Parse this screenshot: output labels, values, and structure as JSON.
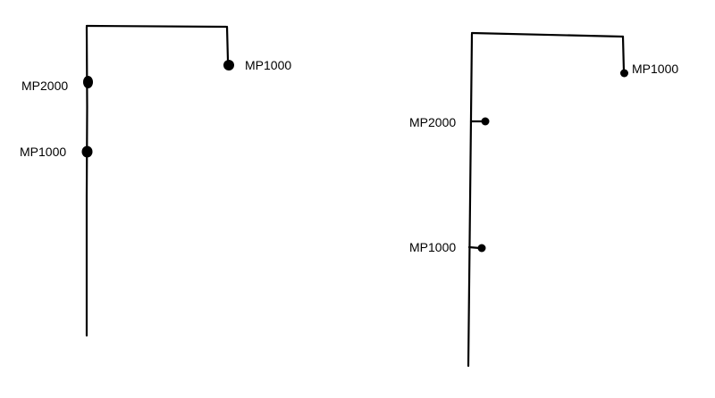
{
  "diagrams": [
    {
      "labels": {
        "top_right": "MP1000",
        "upper_left": "MP2000",
        "lower_left": "MP1000"
      }
    },
    {
      "labels": {
        "top_right": "MP1000",
        "upper_left": "MP2000",
        "lower_left": "MP1000"
      }
    }
  ],
  "colors": {
    "line": "#000000",
    "background": "#ffffff"
  }
}
